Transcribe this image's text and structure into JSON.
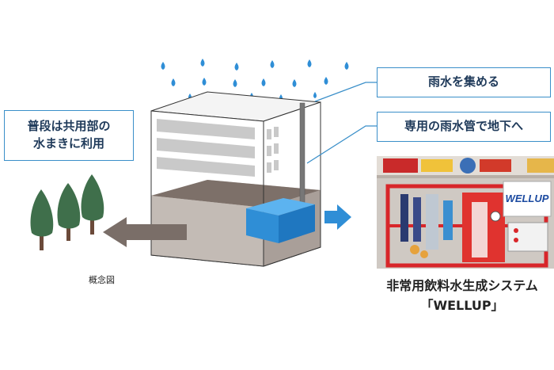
{
  "callouts": {
    "usage_line1": "普段は共用部の",
    "usage_line2": "水まきに利用",
    "collect_rain": "雨水を集める",
    "dedicated_pipe": "専用の雨水管で地下へ"
  },
  "captions": {
    "diagram": "概念図",
    "system_name": "非常用飲料水生成システム",
    "system_brand": "「WELLUP」"
  },
  "photo": {
    "logo_text": "WELLUP"
  },
  "colors": {
    "accent_blue": "#3a8fc9",
    "water_blue": "#2f8ed6",
    "tree_green": "#3f6f4b",
    "machine_red": "#d8262a",
    "arrow_gray": "#7a6e68"
  }
}
